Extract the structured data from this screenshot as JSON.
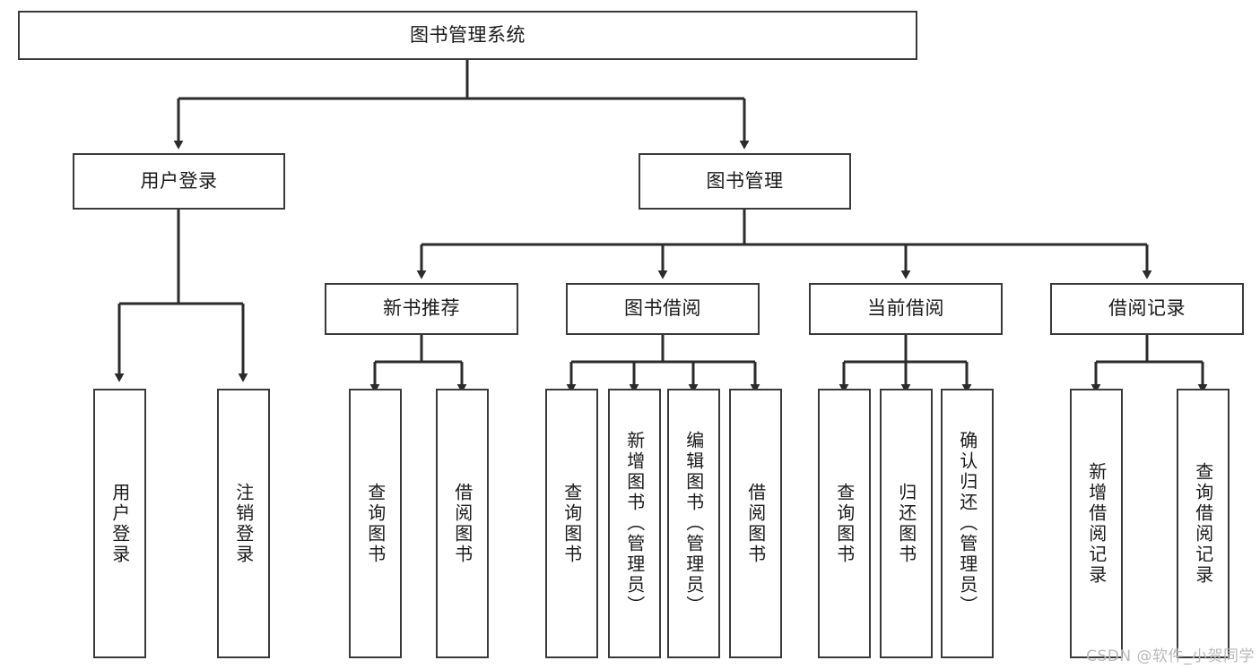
{
  "diagram": {
    "title": "图书管理系统",
    "type": "tree",
    "watermark": "CSDN @软件_小贺同学",
    "nodes": {
      "root": {
        "label": "图书管理系统"
      },
      "l2": [
        {
          "id": "user_login",
          "label": "用户登录"
        },
        {
          "id": "book_manage",
          "label": "图书管理"
        }
      ],
      "l3": [
        {
          "id": "new_book_rec",
          "label": "新书推荐"
        },
        {
          "id": "book_borrow",
          "label": "图书借阅"
        },
        {
          "id": "current_borrow",
          "label": "当前借阅"
        },
        {
          "id": "borrow_record",
          "label": "借阅记录"
        }
      ],
      "leaves": [
        {
          "id": "leaf_user_login",
          "label": "用户登录",
          "parent": "user_login"
        },
        {
          "id": "leaf_logout",
          "label": "注销登录",
          "parent": "user_login"
        },
        {
          "id": "leaf_query_book_1",
          "label": "查询图书",
          "parent": "new_book_rec"
        },
        {
          "id": "leaf_borrow_book_1",
          "label": "借阅图书",
          "parent": "new_book_rec"
        },
        {
          "id": "leaf_query_book_2",
          "label": "查询图书",
          "parent": "book_borrow"
        },
        {
          "id": "leaf_add_book",
          "label": "新增图书（管理员）",
          "parent": "book_borrow"
        },
        {
          "id": "leaf_edit_book",
          "label": "编辑图书（管理员）",
          "parent": "book_borrow"
        },
        {
          "id": "leaf_borrow_book_2",
          "label": "借阅图书",
          "parent": "book_borrow"
        },
        {
          "id": "leaf_query_book_3",
          "label": "查询图书",
          "parent": "current_borrow"
        },
        {
          "id": "leaf_return_book",
          "label": "归还图书",
          "parent": "current_borrow"
        },
        {
          "id": "leaf_confirm_return",
          "label": "确认归还（管理员）",
          "parent": "current_borrow"
        },
        {
          "id": "leaf_add_record",
          "label": "新增借阅记录",
          "parent": "borrow_record"
        },
        {
          "id": "leaf_query_record",
          "label": "查询借阅记录",
          "parent": "borrow_record"
        }
      ]
    },
    "colors": {
      "box_border": "#3a3a3a",
      "box_fill": "#ffffff",
      "edge": "#2b2b2b",
      "text": "#1a1a1a",
      "watermark": "#b9b9b9"
    }
  }
}
